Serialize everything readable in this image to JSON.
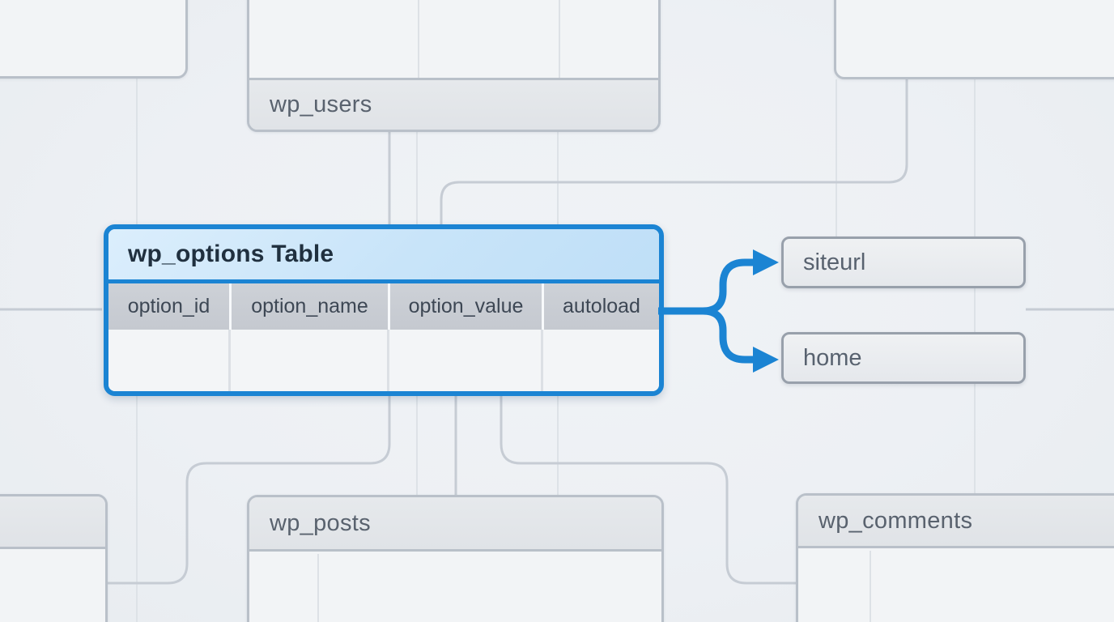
{
  "main_table": {
    "title": "wp_options Table",
    "columns": [
      "option_id",
      "option_name",
      "option_value",
      "autoload"
    ]
  },
  "value_boxes": [
    {
      "label": "siteurl"
    },
    {
      "label": "home"
    }
  ],
  "background_tables": [
    {
      "label": "wp_users"
    },
    {
      "label": "wp_posts"
    },
    {
      "label": "wp_comments"
    }
  ],
  "colors": {
    "accent_blue": "#1b84d3",
    "table_header_fill": "#c8e4f9",
    "column_header_fill": "#c8ccd3",
    "gray_box_border": "#b9c0c9",
    "band_fill": "#e3e6ea",
    "background": "#edf0f4",
    "label_text": "#59626e",
    "title_text": "#20303f"
  }
}
